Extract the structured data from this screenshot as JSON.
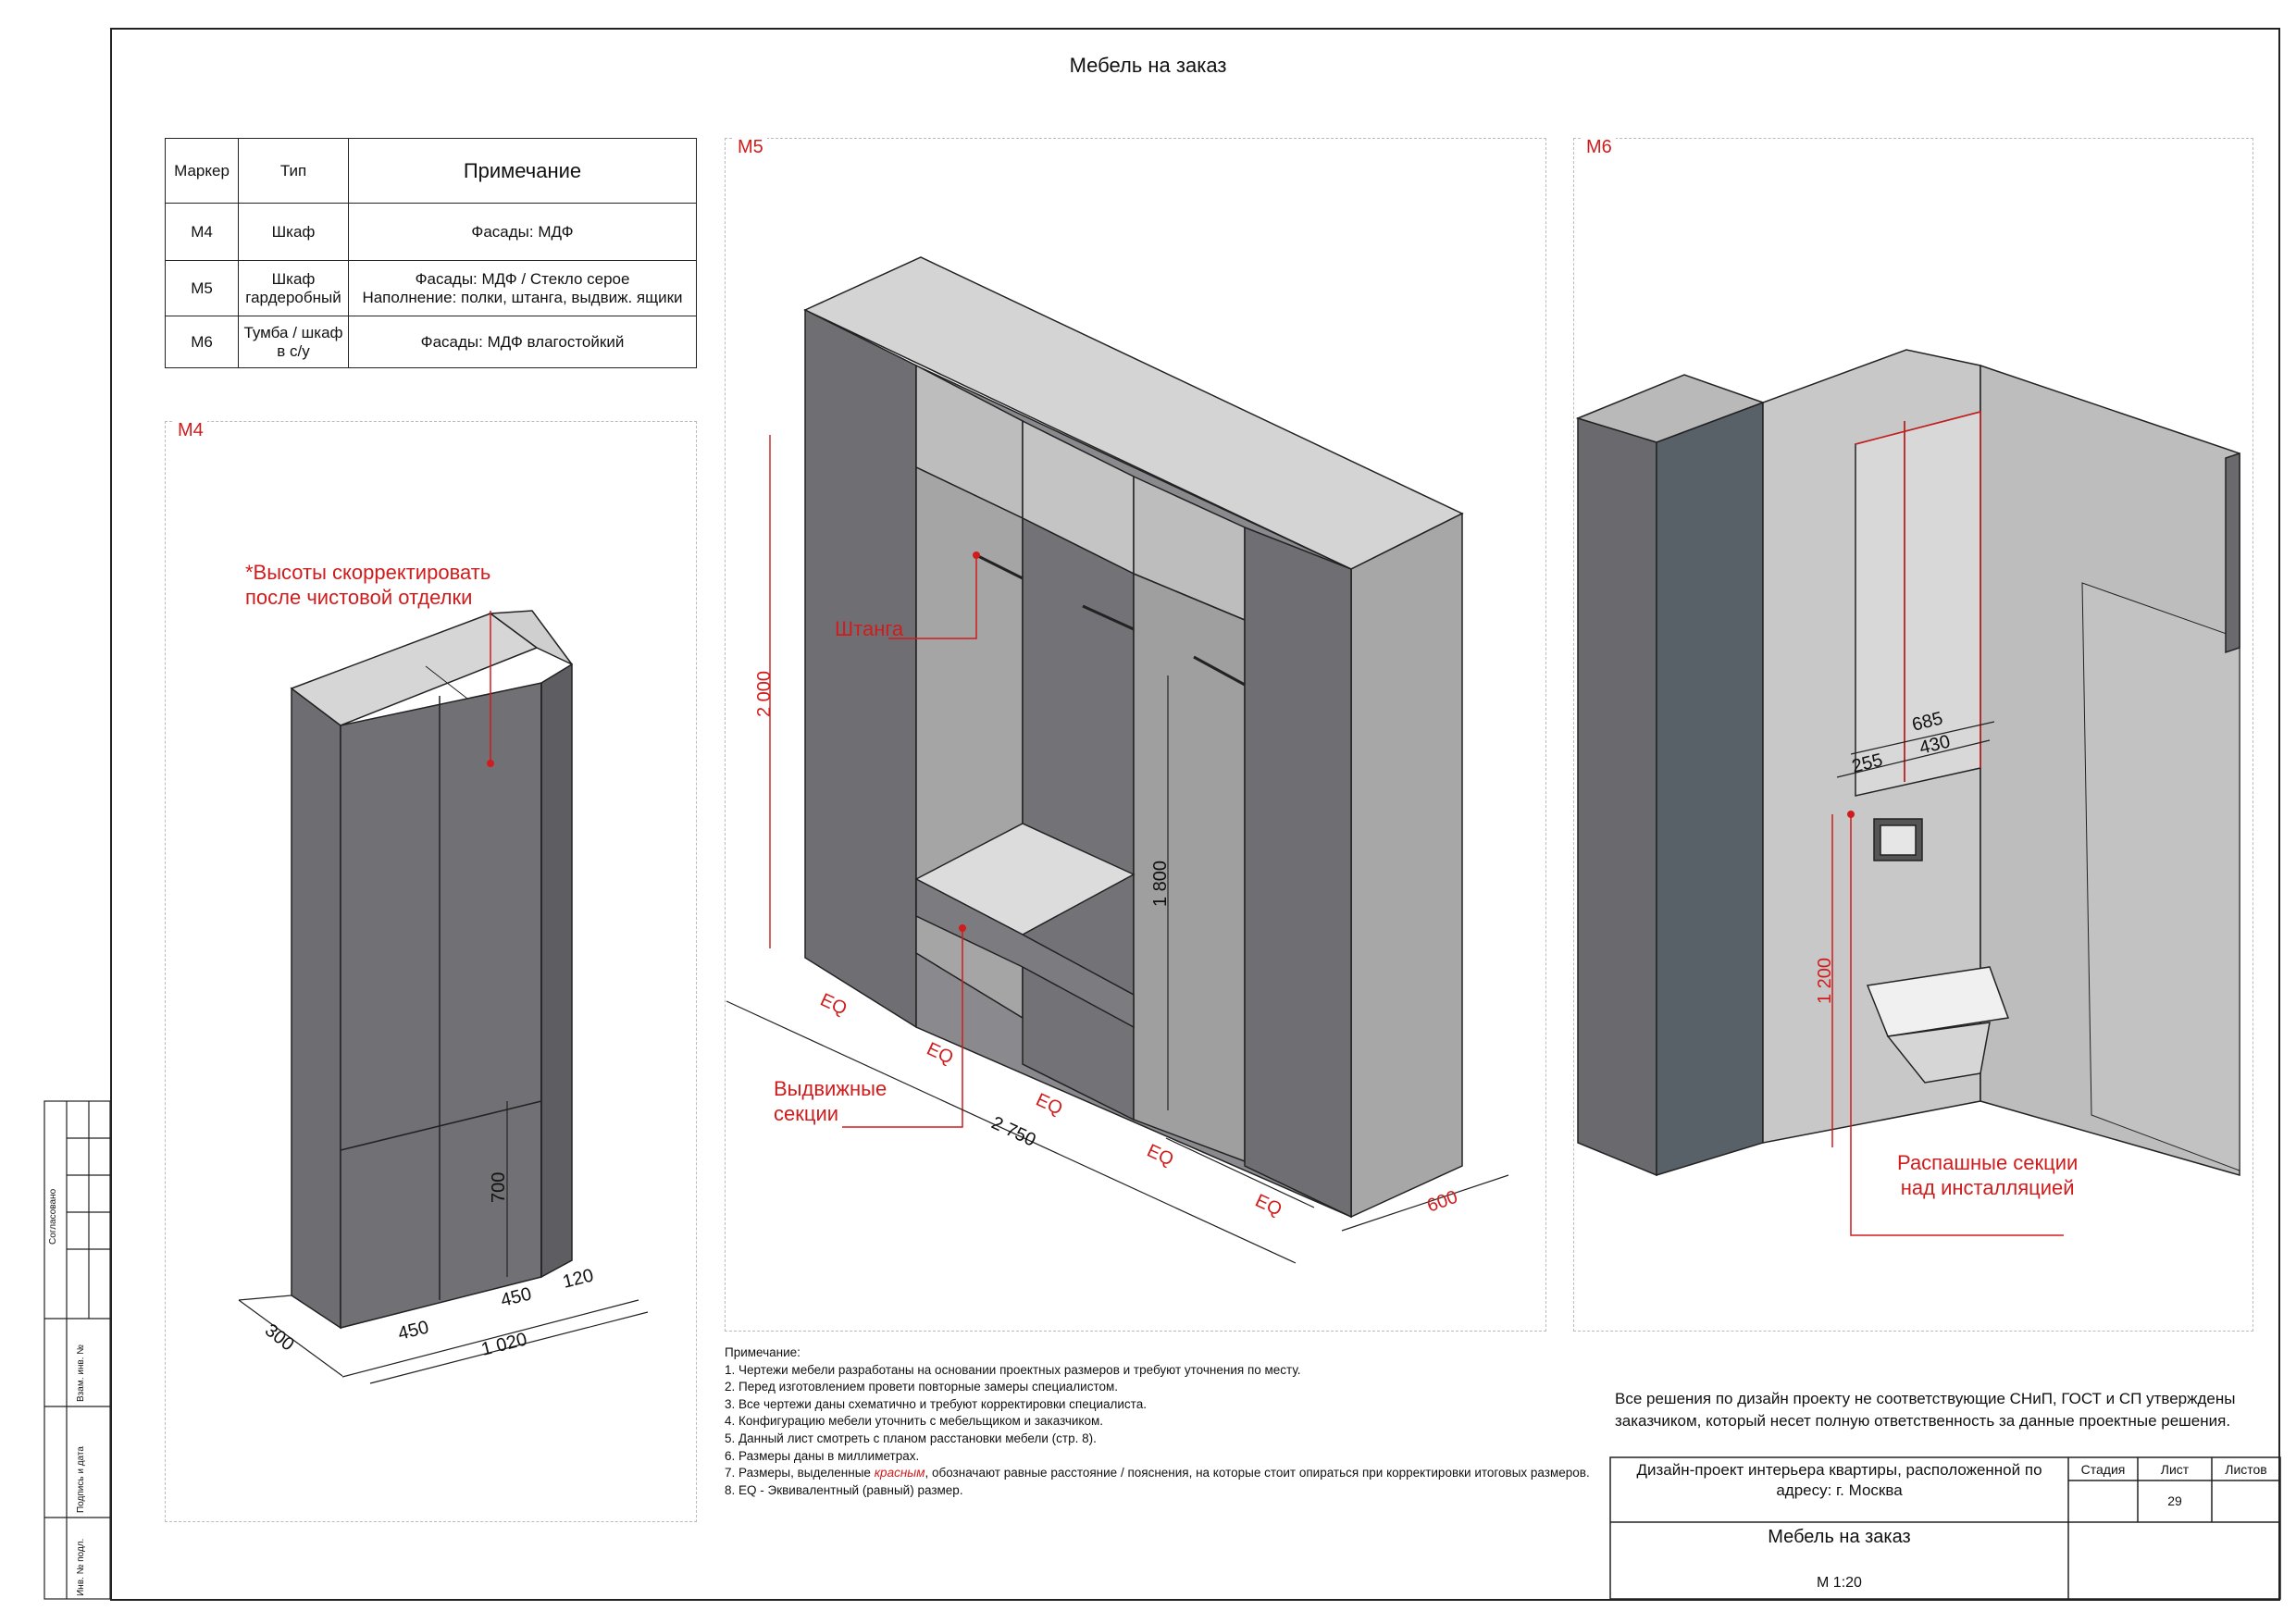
{
  "title": "Мебель на заказ",
  "spec_table": {
    "headers": [
      "Маркер",
      "Тип",
      "Примечание"
    ],
    "rows": [
      {
        "marker": "М4",
        "type": "Шкаф",
        "type2": "",
        "note": "Фасады: МДФ",
        "note2": ""
      },
      {
        "marker": "М5",
        "type": "Шкаф",
        "type2": "гардеробный",
        "note": "Фасады: МДФ / Стекло серое",
        "note2": "Наполнение: полки, штанга, выдвиж. ящики"
      },
      {
        "marker": "М6",
        "type": "Тумба / шкаф",
        "type2": "в с/у",
        "note": "Фасады: МДФ влагостойкий",
        "note2": ""
      }
    ]
  },
  "panels": {
    "m4": {
      "tag": "М4",
      "note": [
        "*Высоты скорректировать",
        "после чистовой отделки"
      ],
      "dims": {
        "depth": "300",
        "w1": "450",
        "w2": "450",
        "w3": "120",
        "total": "1 020",
        "h": "700"
      }
    },
    "m5": {
      "tag": "М5",
      "label_rod": "Штанга",
      "label_drawers": [
        "Выдвижные",
        "секции"
      ],
      "dims": {
        "height": "2 000",
        "inner_h": "1 800",
        "total": "2 750",
        "depth": "600",
        "eq": [
          "EQ",
          "EQ",
          "EQ",
          "EQ",
          "EQ"
        ]
      }
    },
    "m6": {
      "tag": "М6",
      "label": [
        "Распашные секции",
        "над инсталляцией"
      ],
      "dims": {
        "w_total": "685",
        "w1": "255",
        "w2": "430",
        "h": "1 200"
      }
    }
  },
  "notes": {
    "heading": "Примечание:",
    "items": [
      "1. Чертежи мебели разработаны на основании проектных размеров и требуют уточнения по месту.",
      "2. Перед изготовлением провети повторные замеры специалистом.",
      "3. Все чертежи даны схематично и требуют корректировки специалиста.",
      "4. Конфигурацию мебели уточнить с мебельщиком и заказчиком.",
      "5. Данный лист смотреть с планом расстановки мебели (стр. 8).",
      "6. Размеры даны в миллиметрах."
    ],
    "item7_pre": "7. Размеры, выделенные ",
    "item7_red": "красным",
    "item7_post": ", обозначают равные расстояние / пояснения, на которые стоит опираться при корректировки итоговых размеров.",
    "item8": "8. EQ - Эквивалентный (равный) размер."
  },
  "disclaimer": "Все решения по дизайн проекту не соответствующие СНиП, ГОСТ и СП утверждены заказчиком, который несет полную ответственность за данные проектные решения.",
  "title_block": {
    "project": "Дизайн-проект интерьера квартиры, расположенной по адресу: г. Москва",
    "stage_label": "Стадия",
    "sheet_label": "Лист",
    "sheets_label": "Листов",
    "stage": "",
    "sheet": "29",
    "sheets": "",
    "sheet_title": "Мебель на заказ",
    "scale": "М 1:20"
  },
  "side_stamp": [
    "Согласовано",
    "Взам. инв. №",
    "Подпись и дата",
    "Инв. № подл."
  ],
  "colors": {
    "accent": "#d01c1c",
    "dark_panel": "#6b6b6f",
    "mid_panel": "#a9a9a9",
    "light_panel": "#d9d9d9",
    "glass": "#5d656c"
  }
}
